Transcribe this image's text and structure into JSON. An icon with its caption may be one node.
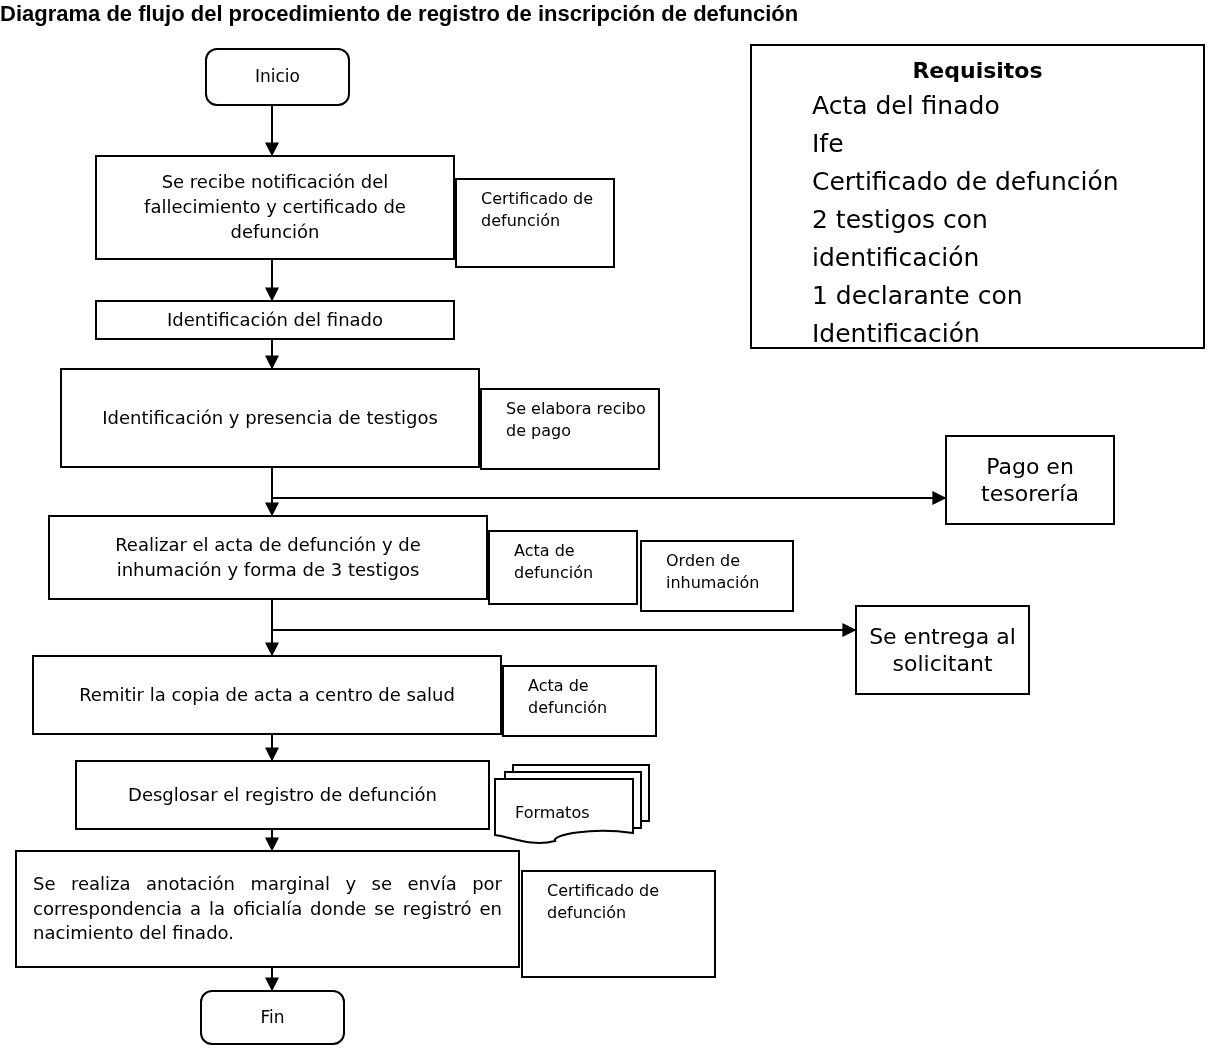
{
  "diagram": {
    "title": "Diagrama de flujo del procedimiento de registro de inscripción de defunción",
    "nodes": [
      {
        "text": [
          "Inicio"
        ]
      },
      {
        "text": [
          "Se recibe notificación del fallecimiento y certificado de defunción"
        ]
      },
      {
        "text": [
          "Certificado de defunción"
        ]
      },
      {
        "text": [
          "Identificación del finado"
        ]
      },
      {
        "text": [
          "Identificación y presencia de testigos"
        ]
      },
      {
        "text": [
          "Se elabora recibo de pago"
        ]
      },
      {
        "text": [
          "Pago en tesorería"
        ]
      },
      {
        "text": [
          "Realizar el acta de defunción y de inhumación y forma de 3 testigos"
        ]
      },
      {
        "text": [
          "Acta de defunción"
        ]
      },
      {
        "text": [
          "Orden de inhumación"
        ]
      },
      {
        "text": [
          "Se entrega al solicitant"
        ]
      },
      {
        "text": [
          "Remitir la copia de acta a centro de salud"
        ]
      },
      {
        "text": [
          "Acta de defunción"
        ]
      },
      {
        "text": [
          "Desglosar el registro de defunción"
        ]
      },
      {
        "text": [
          "Formatos"
        ]
      },
      {
        "text": [
          "Se realiza anotación marginal y se envía por correspondencia a la oficialía donde se registró en nacimiento del finado."
        ]
      },
      {
        "text": [
          "Certificado de defunción"
        ]
      },
      {
        "text": [
          "Fin"
        ]
      },
      {
        "text": [
          "Requisitos",
          "Acta del finado",
          "Ife",
          "Certificado de defunción",
          "2 testigos con identificación",
          "1 declarante con Identificación"
        ]
      }
    ],
    "edges": [
      {
        "from": 0,
        "to": 1,
        "arrow": "to"
      },
      {
        "from": 1,
        "to": 3,
        "arrow": "to"
      },
      {
        "from": 3,
        "to": 4,
        "arrow": "to"
      },
      {
        "from": 4,
        "to": 7,
        "arrow": "to"
      },
      {
        "from": 4,
        "to": 6,
        "arrow": "to"
      },
      {
        "from": 7,
        "to": 11,
        "arrow": "to"
      },
      {
        "from": 7,
        "to": 10,
        "arrow": "to"
      },
      {
        "from": 11,
        "to": 13,
        "arrow": "to"
      },
      {
        "from": 13,
        "to": 15,
        "arrow": "to"
      },
      {
        "from": 15,
        "to": 17,
        "arrow": "to"
      }
    ]
  }
}
